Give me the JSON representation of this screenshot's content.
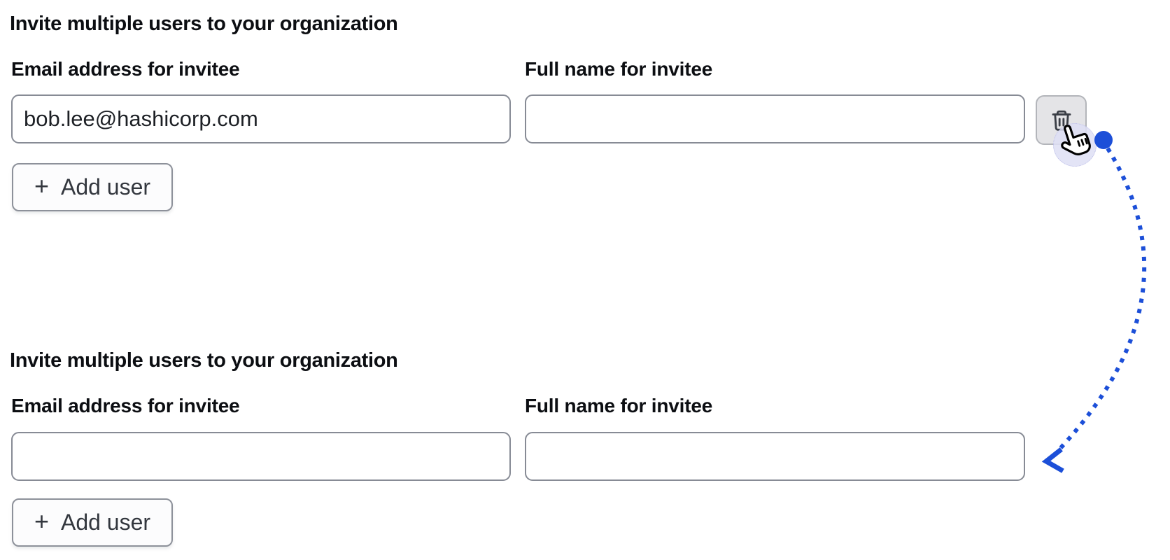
{
  "colors": {
    "accent_blue": "#1c4fd8",
    "input_border": "#878b95",
    "add_button_bg": "#fcfcfd",
    "add_button_border": "#8d919a",
    "delete_button_bg": "#e4e4e7",
    "delete_button_border": "#b3b5ba",
    "icon_color": "#3a3e46",
    "click_halo": "#dedff5",
    "text_primary": "#0c0e12",
    "background": "#ffffff"
  },
  "forms": [
    {
      "heading": "Invite multiple users to your organization",
      "fields": [
        {
          "label": "Email address for invitee",
          "value": "bob.lee@hashicorp.com"
        },
        {
          "label": "Full name for invitee",
          "value": ""
        }
      ],
      "add_user_button": {
        "icon": "+",
        "label": "Add user"
      },
      "delete_button": {
        "icon": "trash-icon"
      }
    },
    {
      "heading": "Invite multiple users to your organization",
      "fields": [
        {
          "label": "Email address for invitee",
          "value": ""
        },
        {
          "label": "Full name for invitee",
          "value": ""
        }
      ],
      "add_user_button": {
        "icon": "+",
        "label": "Add user"
      }
    }
  ],
  "annotation": {
    "cursor": "hand-pointer clicking delete button of first form row",
    "arrow": "blue dotted arrow from delete button down to second form"
  }
}
